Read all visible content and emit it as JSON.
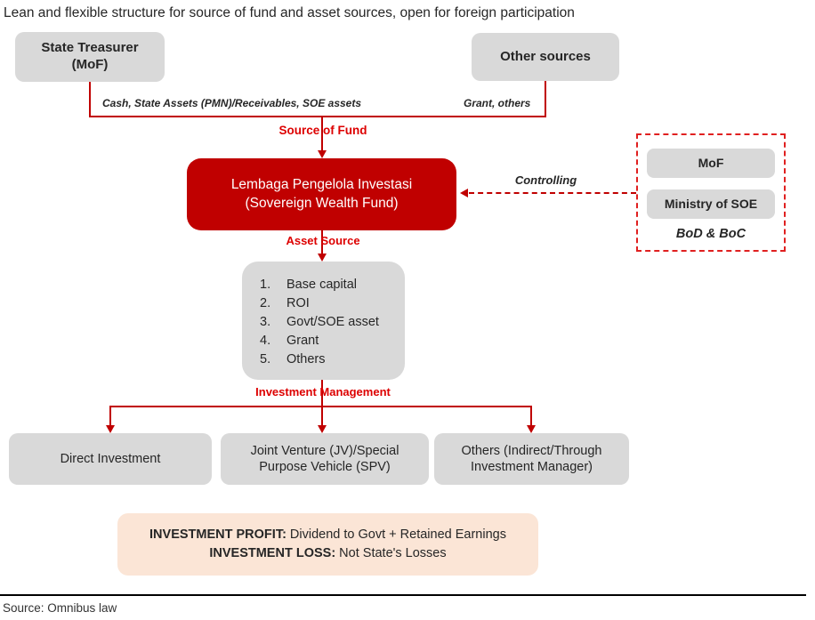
{
  "title": "Lean and flexible structure for source of fund and asset sources, open for foreign participation",
  "colors": {
    "node_gray": "#d9d9d9",
    "dark_red": "#c00000",
    "label_red": "#dd0000",
    "peach": "#fbe5d6",
    "text_dark": "#262626"
  },
  "diagram": {
    "state_treasurer": {
      "line1": "State Treasurer",
      "line2": "(MoF)"
    },
    "other_sources": "Other sources",
    "left_flow_label": "Cash, State Assets (PMN)/Receivables, SOE assets",
    "right_flow_label": "Grant, others",
    "source_of_fund_label": "Source of Fund",
    "lpi": {
      "line1": "Lembaga Pengelola Investasi",
      "line2": "(Sovereign Wealth Fund)"
    },
    "controlling_label": "Controlling",
    "governance": {
      "mof": "MoF",
      "ministry_soe": "Ministry of SOE",
      "board": "BoD & BoC"
    },
    "asset_source_label": "Asset Source",
    "asset_list": [
      {
        "num": "1.",
        "label": "Base capital"
      },
      {
        "num": "2.",
        "label": "ROI"
      },
      {
        "num": "3.",
        "label": "Govt/SOE asset"
      },
      {
        "num": "4.",
        "label": "Grant"
      },
      {
        "num": "5.",
        "label": "Others"
      }
    ],
    "investment_management_label": "Investment Management",
    "channels": [
      "Direct Investment",
      "Joint Venture (JV)/Special Purpose Vehicle (SPV)",
      "Others (Indirect/Through Investment Manager)"
    ],
    "profit_loss": {
      "profit_label": "INVESTMENT PROFIT:",
      "profit_text": " Dividend to Govt + Retained Earnings",
      "loss_label": "INVESTMENT LOSS:",
      "loss_text": " Not State's Losses"
    }
  },
  "footer": {
    "source": "Source: Omnibus law"
  }
}
